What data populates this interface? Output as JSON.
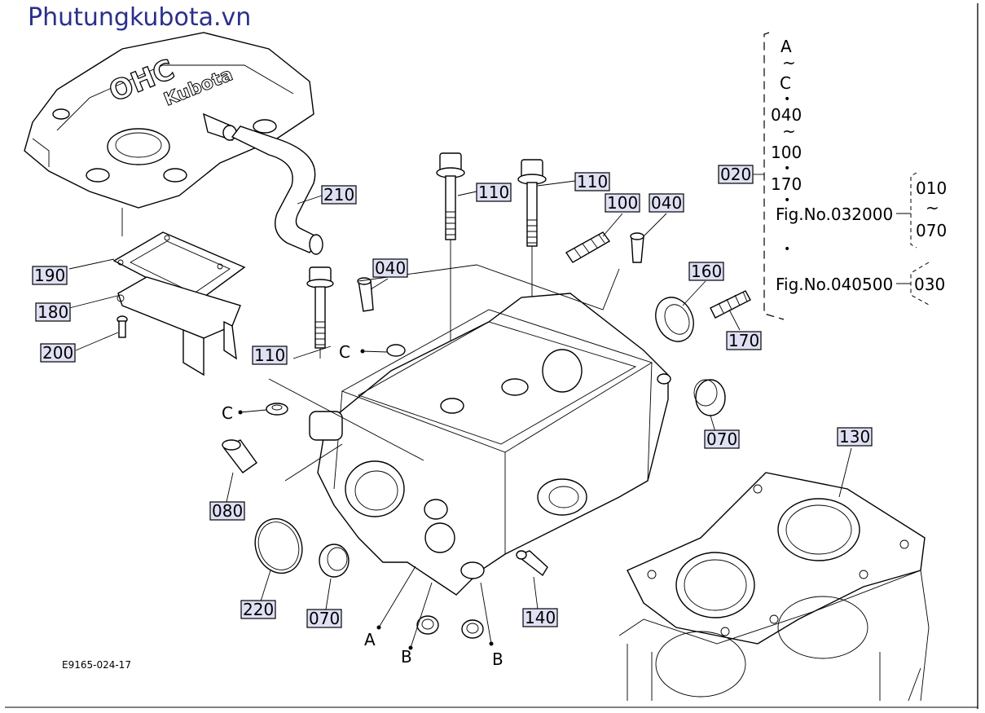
{
  "site_title": "Phutungkubota.vn",
  "drawing_code": "E9165-024-17",
  "cover_text": {
    "ohc": "OHC",
    "brand": "Kubota"
  },
  "callouts": {
    "c210": "210",
    "c190": "190",
    "c180": "180",
    "c200": "200",
    "c110_a": "110",
    "c110_b": "110",
    "c110_c": "110",
    "c100": "100",
    "c040_a": "040",
    "c040_b": "040",
    "c160": "160",
    "c170": "170",
    "c070_a": "070",
    "c070_b": "070",
    "c130": "130",
    "c080": "080",
    "c220": "220",
    "c140": "140",
    "c020": "020"
  },
  "refs": {
    "A": "A",
    "B1": "B",
    "B2": "B",
    "C1": "C",
    "C2": "C"
  },
  "kit_legend": {
    "items": [
      "A",
      "~",
      "C",
      "•",
      "040",
      "~",
      "100",
      "•",
      "170",
      "•"
    ],
    "fig1": "Fig.No.032000",
    "fig1_parts": [
      "010",
      "~",
      "070"
    ],
    "dot": "•",
    "fig2": "Fig.No.040500",
    "fig2_part": "030"
  }
}
